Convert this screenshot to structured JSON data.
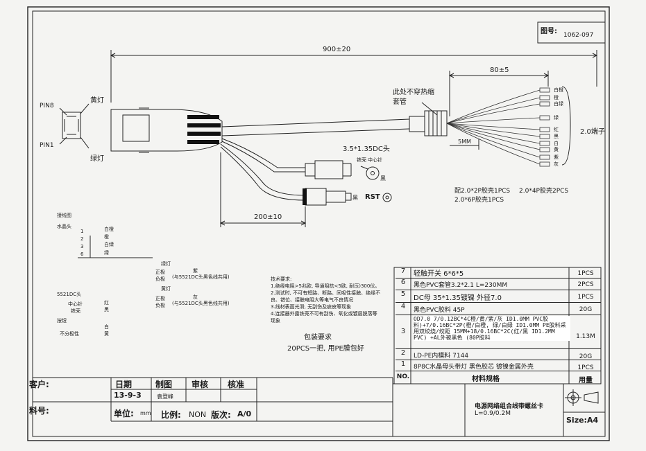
{
  "drawing_number": {
    "label": "图号:",
    "value": "1062-097"
  },
  "dimensions": {
    "total_length": "900±20",
    "fan_out_length": "80±5",
    "dc_branch_length": "200±10",
    "strip_length": "5MM"
  },
  "annotations": {
    "pin8": "PIN8",
    "pin1": "PIN1",
    "yellow_led": "黄灯",
    "green_led": "绿灯",
    "no_heat_shrink": "此处不穿热缩",
    "no_heat_shrink_2": "套管",
    "dc_head": "3.5*1.35DC头",
    "center_pin": "中心针",
    "shell": "铁壳",
    "black": "黑",
    "rst_prefix": "黑",
    "rst": "RST",
    "terminals": "2.0端子",
    "housing_1": "配2.0*2P胶壳1PCS",
    "housing_2": "2.0*4P胶壳2PCS",
    "housing_3": "2.0*6P胶壳1PCS"
  },
  "wire_colors": [
    "白橙",
    "橙",
    "白绿",
    "绿",
    "红",
    "黑",
    "白",
    "黄",
    "紫",
    "灰"
  ],
  "wiring_table": {
    "title": "接线图",
    "rj45": "水晶头",
    "pins": [
      {
        "pin": "1",
        "color": "白橙"
      },
      {
        "pin": "2",
        "color": "橙"
      },
      {
        "pin": "3",
        "color": "白绿"
      },
      {
        "pin": "6",
        "color": "绿"
      }
    ],
    "green_led": "绿灯",
    "yellow_led": "黄灯",
    "pos": "正极",
    "neg": "负极",
    "purple": "紫",
    "gray": "灰",
    "purple_note": "(与5521DC头黑色线共用)",
    "gray_note": "(与5521DC头黑色线共用)",
    "dc5521": "5521DC头",
    "center_pin": "中心针",
    "shell": "铁壳",
    "red": "红",
    "black": "黑",
    "button": "按钮",
    "no_polarity": "不分极性",
    "white": "白",
    "yellow": "黄"
  },
  "tech_requirements": {
    "title": "技术要求:",
    "items": [
      "1.绝缘电阻>5兆欧, 导通阻抗<5欧, 耐压)300伏。",
      "2.测试时, 不可有短路、断路、同吸性接触、绝缘不",
      "良、错位、接触电阻大等电气不良情况",
      "3.线材表面光滑, 无刮伤及疵皮等现象",
      "4.连接器外露铁壳不可有刮伤、氧化或镀层脱落等",
      "现象"
    ]
  },
  "packaging": {
    "title": "包装要求",
    "text": "20PCS一把, 用PE膜包好"
  },
  "bom": {
    "header": {
      "no": "NO.",
      "desc": "材料规格",
      "qty": "用量"
    },
    "rows": [
      {
        "no": "7",
        "desc": "轻触开关 6*6*5",
        "qty": "1PCS"
      },
      {
        "no": "6",
        "desc": "黑色PVC套管3.2*2.1       L=230MM",
        "qty": "2PCS"
      },
      {
        "no": "5",
        "desc": "DC母 35*1.35镀镍 外径7.0",
        "qty": "1PCS"
      },
      {
        "no": "4",
        "desc": "黑色PVC胶料 45P",
        "qty": "20G"
      },
      {
        "no": "3",
        "desc": "OD7.0 7/0.12BC*4C橙/黄/紫/灰 ID1.0MM PVC胶料)+7/0.16BC*2P(橙/白橙, 绿/白绿 ID1.0MM PE胶料采用双绞绕/绞距 15MM+18/0.16BC*2C(红/黑 ID1.2MM PVC) +AL外被黑色 (80P胶料",
        "qty": "1.13M"
      },
      {
        "no": "2",
        "desc": "LD-PE内模料 7144",
        "qty": "20G"
      },
      {
        "no": "1",
        "desc": "8P8C水晶母头带灯 黑色胶芯 镀镍金属外壳",
        "qty": "1PCS"
      }
    ]
  },
  "title_block": {
    "customer_label": "客户:",
    "part_label": "料号:",
    "date_label": "日期",
    "date_value": "13-9-3",
    "drawn_label": "制图",
    "drawn_value": "袁登峰",
    "review_label": "审核",
    "approve_label": "核准",
    "unit_label": "单位:",
    "unit_value": "mm",
    "scale_label": "比例:",
    "scale_value": "NON",
    "revision_label": "版次:",
    "revision_value": "A/0",
    "product_name": "电源网络组合线带螺丝卡",
    "product_spec": "L=0.9/0.2M",
    "size": "Size:A4"
  }
}
